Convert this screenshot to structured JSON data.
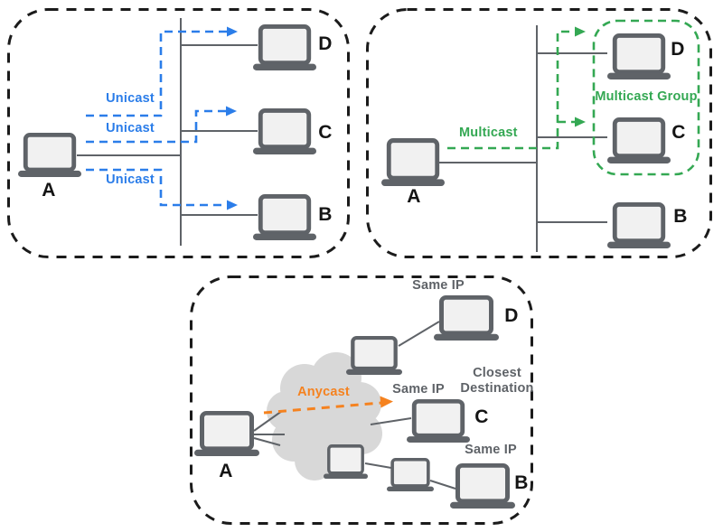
{
  "colors": {
    "unicast_blue": "#2B7DE9",
    "multicast_green": "#34A853",
    "anycast_orange": "#F5821F",
    "device_gray": "#5F6368",
    "screen_fill": "#F1F1F1",
    "cloud_gray": "#D8D8D8",
    "panel_border": "#1B1B1B",
    "node_label": "#141414",
    "note_gray": "#5F6368"
  },
  "panels": {
    "unicast": {
      "arrow_labels": [
        "Unicast",
        "Unicast",
        "Unicast"
      ],
      "nodes": {
        "a": "A",
        "b": "B",
        "c": "C",
        "d": "D"
      }
    },
    "multicast": {
      "arrow_label": "Multicast",
      "group_label": "Multicast Group",
      "nodes": {
        "a": "A",
        "b": "B",
        "c": "C",
        "d": "D"
      }
    },
    "anycast": {
      "arrow_label": "Anycast",
      "same_ip_d": "Same IP",
      "same_ip_c": "Same IP",
      "same_ip_b": "Same IP",
      "closest_destination": "Closest Destination",
      "nodes": {
        "a": "A",
        "b": "B",
        "c": "C",
        "d": "D"
      }
    }
  }
}
